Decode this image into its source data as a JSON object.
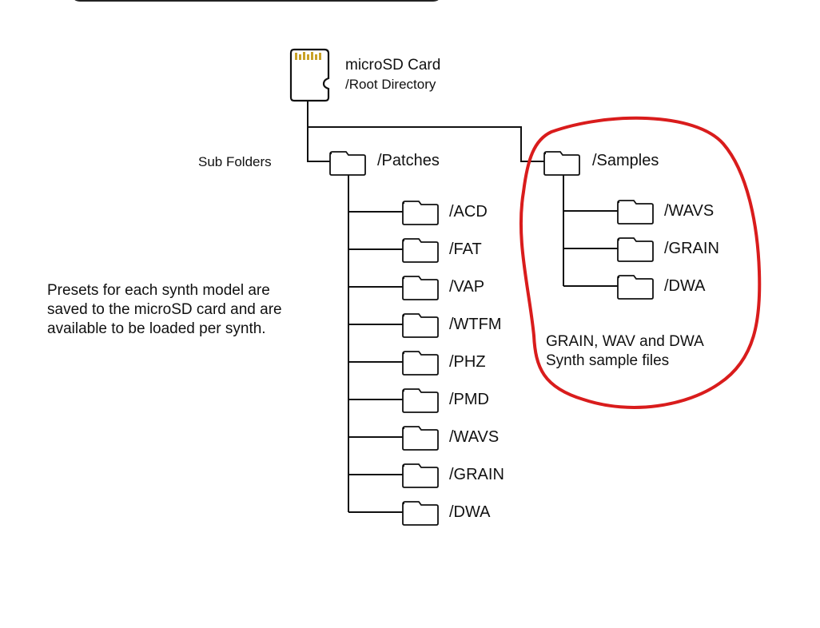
{
  "root": {
    "icon": "microsd-card-icon",
    "title": "microSD Card",
    "subtitle": "/Root Directory",
    "contact_color": "#c9a227"
  },
  "subfolders_label": "Sub Folders",
  "patches": {
    "label": "/Patches",
    "children": [
      "/ACD",
      "/FAT",
      "/VAP",
      "/WTFM",
      "/PHZ",
      "/PMD",
      "/WAVS",
      "/GRAIN",
      "/DWA"
    ]
  },
  "samples": {
    "label": "/Samples",
    "children": [
      "/WAVS",
      "/GRAIN",
      "/DWA"
    ],
    "note_line1": "GRAIN, WAV and DWA",
    "note_line2": "Synth sample files",
    "highlight_color": "#d91c1c"
  },
  "presets_note": {
    "line1": "Presets for each synth model are",
    "line2": "saved to the microSD card and are",
    "line3": "available to be loaded per synth."
  }
}
